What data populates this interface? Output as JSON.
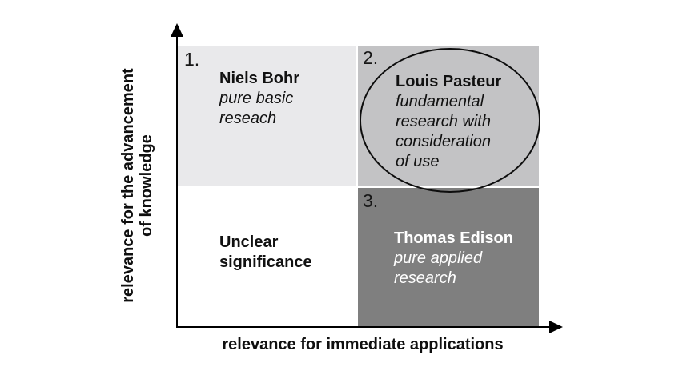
{
  "colors": {
    "quadrant1_bg": "#e9e9eb",
    "quadrant2_bg": "#c3c3c5",
    "quadrant3_bg": "#7f7f7f",
    "quadrant4_bg": "#ffffff",
    "axis_color": "#000000",
    "ellipse_stroke": "#0d0d0d"
  },
  "axes": {
    "y_label_lines": [
      "relevance for the advancement",
      "of knowledge"
    ],
    "x_label": "relevance for immediate applications"
  },
  "quadrants": {
    "top_left": {
      "number": "1.",
      "title": "Niels Bohr",
      "subtitle_lines": [
        "pure basic",
        "reseach"
      ]
    },
    "top_right": {
      "number": "2.",
      "title": "Louis Pasteur",
      "subtitle_lines": [
        "fundamental",
        "research with",
        "consideration",
        "of use"
      ]
    },
    "bottom_left": {
      "title_lines": [
        "Unclear",
        "significance"
      ]
    },
    "bottom_right": {
      "number": "3.",
      "title": "Thomas Edison",
      "subtitle_lines": [
        "pure applied",
        "research"
      ]
    }
  }
}
